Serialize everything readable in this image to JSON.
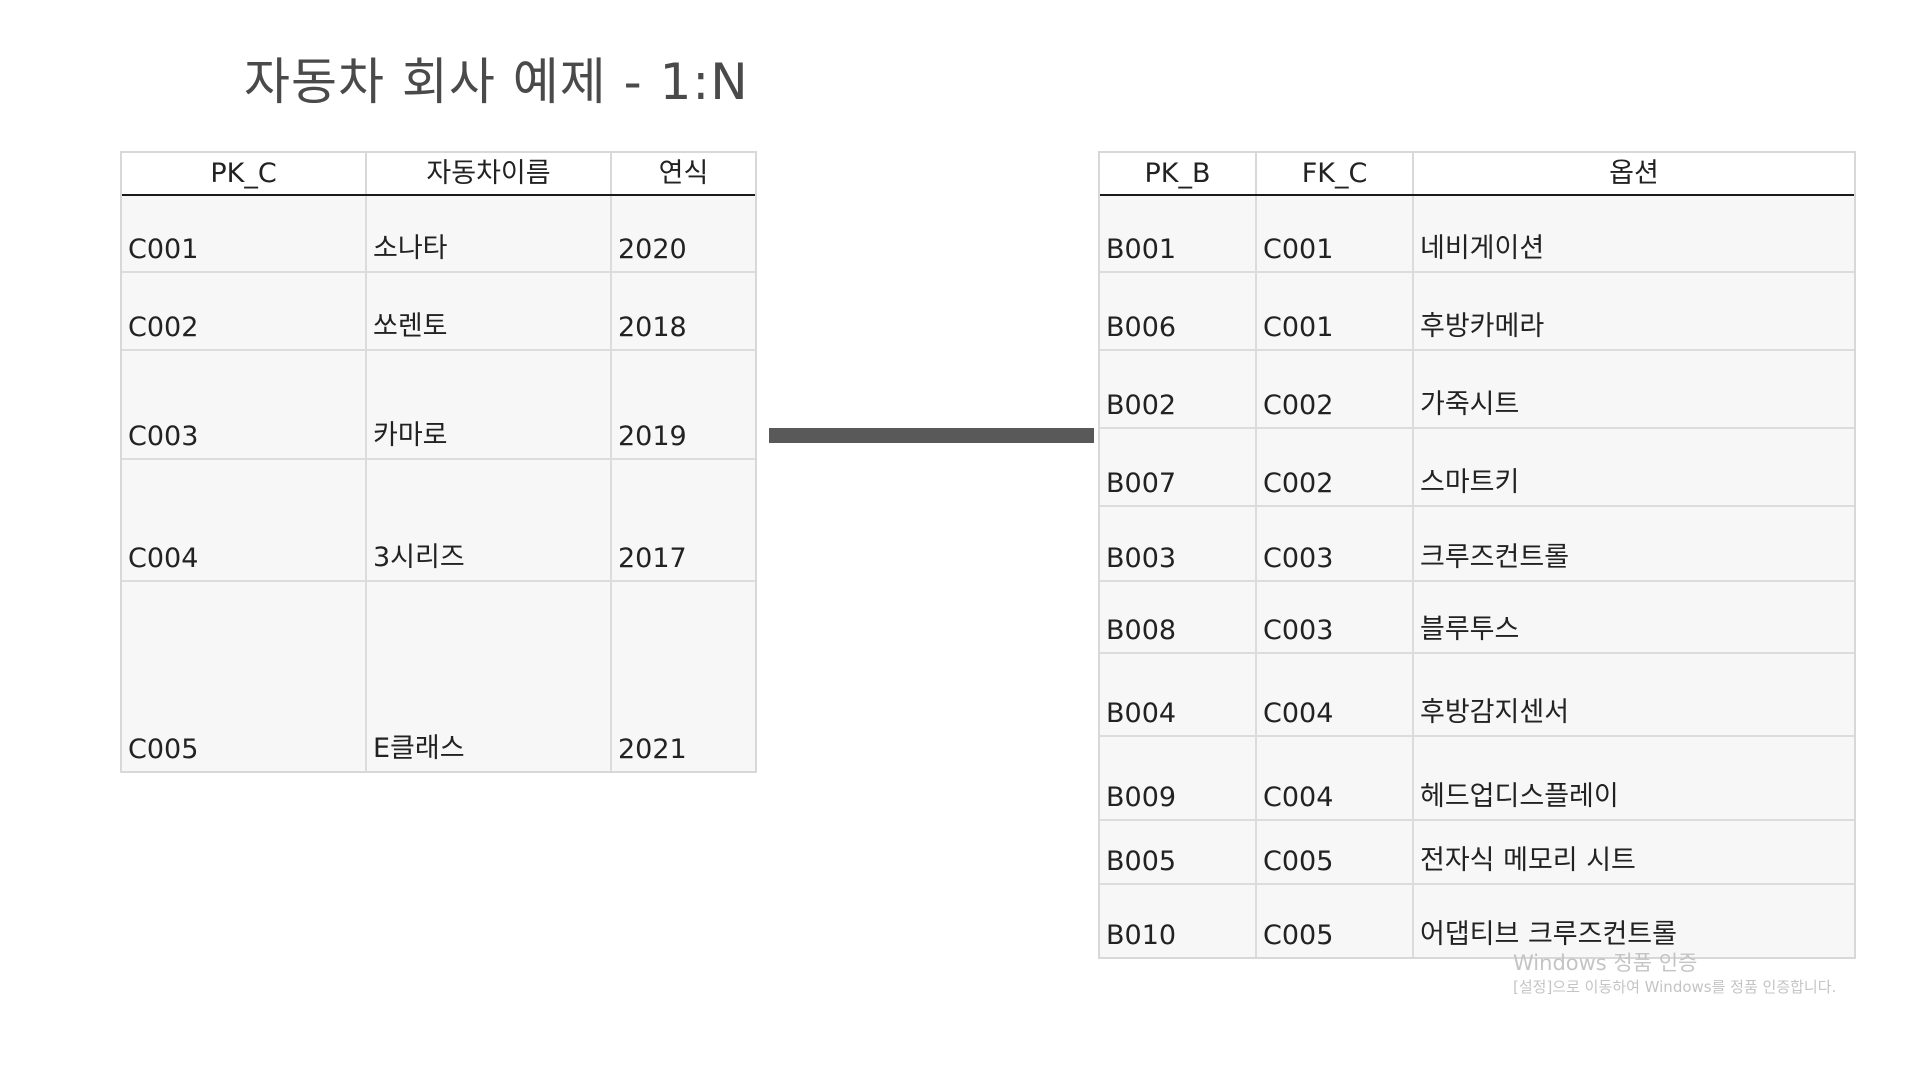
{
  "title": "자동차 회사 예제 - 1:N",
  "car_table": {
    "headers": [
      "PK_C",
      "자동차이름",
      "연식"
    ],
    "rows": [
      [
        "C001",
        "소나타",
        "2020"
      ],
      [
        "C002",
        "쏘렌토",
        "2018"
      ],
      [
        "C003",
        "카마로",
        "2019"
      ],
      [
        "C004",
        "3시리즈",
        "2017"
      ],
      [
        "C005",
        "E클래스",
        "2021"
      ]
    ]
  },
  "option_table": {
    "headers": [
      "PK_B",
      "FK_C",
      "옵션"
    ],
    "rows": [
      [
        "B001",
        "C001",
        "네비게이션"
      ],
      [
        "B006",
        "C001",
        "후방카메라"
      ],
      [
        "B002",
        "C002",
        "가죽시트"
      ],
      [
        "B007",
        "C002",
        "스마트키"
      ],
      [
        "B003",
        "C003",
        "크루즈컨트롤"
      ],
      [
        "B008",
        "C003",
        "블루투스"
      ],
      [
        "B004",
        "C004",
        "후방감지센서"
      ],
      [
        "B009",
        "C004",
        "헤드업디스플레이"
      ],
      [
        "B005",
        "C005",
        "전자식 메모리 시트"
      ],
      [
        "B010",
        "C005",
        "어댑티브 크루즈컨트롤"
      ]
    ]
  },
  "watermark": {
    "line1": "Windows 정품 인증",
    "line2": "[설정]으로 이동하여 Windows를 정품 인증합니다."
  },
  "colors": {
    "connector": "#595959",
    "title": "#4a4a4a",
    "cell_bg": "#f7f7f7"
  }
}
